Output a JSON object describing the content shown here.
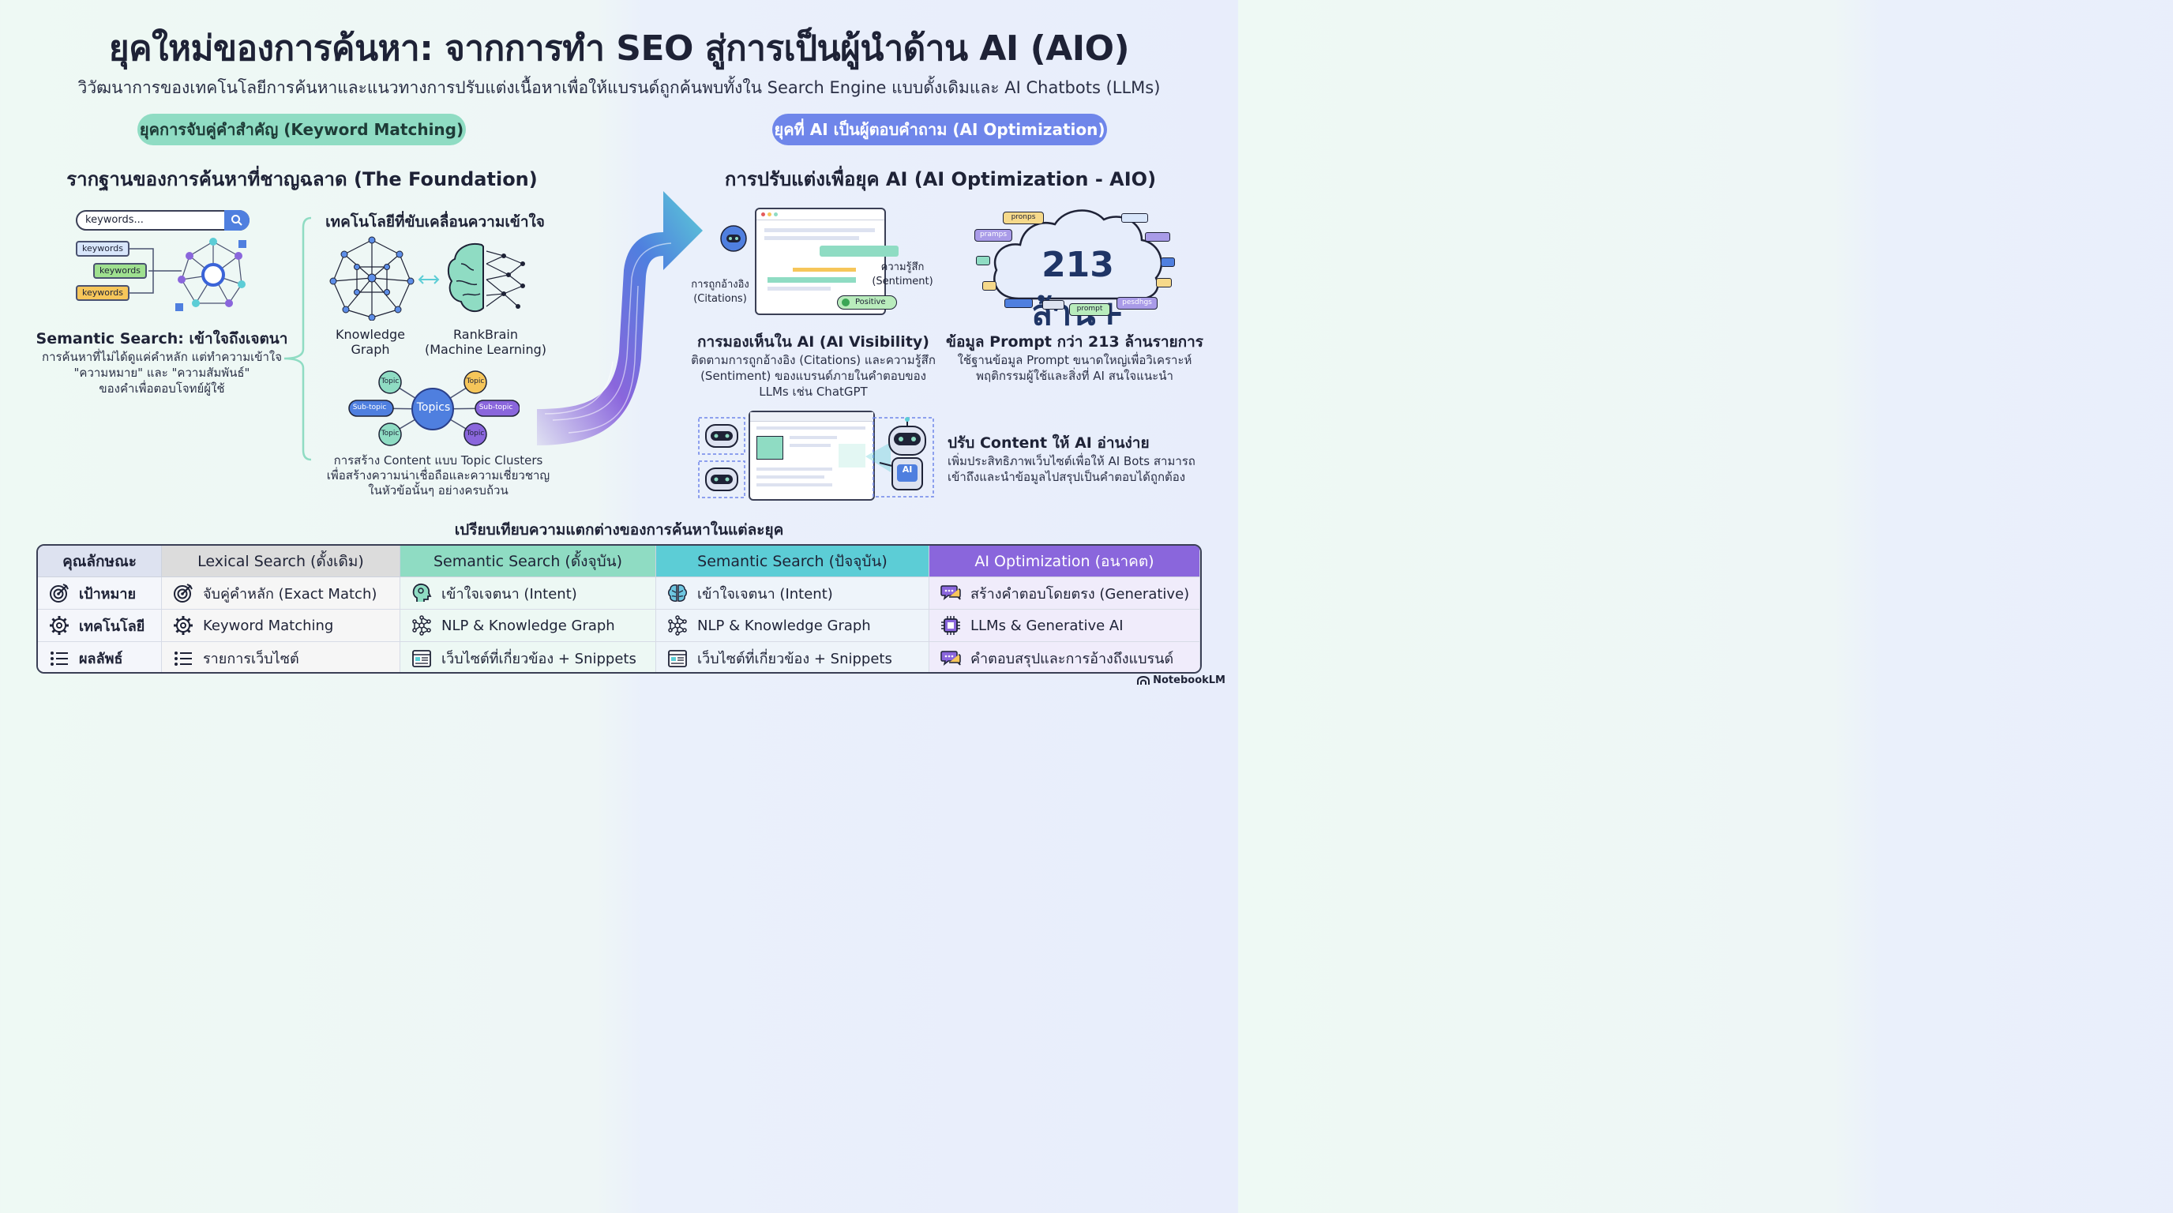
{
  "title": "ยุคใหม่ของการค้นหา: จากการทำ SEO สู่การเป็นผู้นำด้าน AI (AIO)",
  "subtitle": "วิวัฒนาการของเทคโนโลยีการค้นหาและแนวทางการปรับแต่งเนื้อหาเพื่อให้แบรนด์ถูกค้นพบทั้งใน Search Engine แบบดั้งเดิมและ AI Chatbots (LLMs)",
  "eras": {
    "left_pill": "ยุคการจับคู่คำสำคัญ (Keyword Matching)",
    "right_pill": "ยุคที่ AI เป็นผู้ตอบคำถาม (AI Optimization)"
  },
  "left": {
    "heading": "รากฐานของการค้นหาที่ชาญฉลาด (The Foundation)",
    "search_placeholder": "keywords...",
    "keyword_chips": [
      "keywords",
      "keywords",
      "keywords"
    ],
    "semantic_title": "Semantic Search: เข้าใจถึงเจตนา",
    "semantic_text": [
      "การค้นหาที่ไม่ได้ดูแค่คำหลัก แต่ทำความเข้าใจ",
      "\"ความหมาย\" และ \"ความสัมพันธ์\"",
      "ของคำเพื่อตอบโจทย์ผู้ใช้"
    ],
    "tech_heading": "เทคโนโลยีที่ขับเคลื่อนความเข้าใจ",
    "knowledge_graph": [
      "Knowledge",
      "Graph"
    ],
    "rankbrain": [
      "RankBrain",
      "(Machine Learning)"
    ],
    "topics": {
      "center": "Topics",
      "tl": "Topic",
      "tr": "Topic",
      "ml": "Sub-topic",
      "mr": "Sub-topic",
      "bl": "Topic",
      "br": "Topic"
    },
    "cluster_text": [
      "การสร้าง Content แบบ Topic Clusters",
      "เพื่อสร้างความน่าเชื่อถือและความเชี่ยวชาญ",
      "ในหัวข้อนั้นๆ อย่างครบถ้วน"
    ]
  },
  "right": {
    "heading": "การปรับแต่งเพื่อยุค AI (AI Optimization - AIO)",
    "citations_label": [
      "การถูกอ้างอิง",
      "(Citations)"
    ],
    "sentiment_label": [
      "ความรู้สึก",
      "(Sentiment)"
    ],
    "positive_badge": "Positive",
    "visibility_title": "การมองเห็นใน AI (AI Visibility)",
    "visibility_text": [
      "ติดตามการถูกอ้างอิง (Citations) และความรู้สึก",
      "(Sentiment) ของแบรนด์ภายในคำตอบของ",
      "LLMs เช่น ChatGPT"
    ],
    "big_number": "213 ล้าน+",
    "bubbles": [
      "pronps",
      "pramps",
      "prompt",
      "pesdhgs"
    ],
    "prompt_title": "ข้อมูล Prompt กว่า 213 ล้านรายการ",
    "prompt_text": [
      "ใช้ฐานข้อมูล Prompt ขนาดใหญ่เพื่อวิเคราะห์",
      "พฤติกรรมผู้ใช้และสิ่งที่ AI สนใจแนะนำ"
    ],
    "robot_badge": "AI",
    "readable_title": "ปรับ Content ให้ AI อ่านง่าย",
    "readable_text": [
      "เพิ่มประสิทธิภาพเว็บไซต์เพื่อให้ AI Bots สามารถ",
      "เข้าถึงและนำข้อมูลไปสรุปเป็นคำตอบได้ถูกต้อง"
    ]
  },
  "comparison": {
    "heading": "เปรียบเทียบความแตกต่างของการค้นหาในแต่ละยุค",
    "headers": [
      "คุณลักษณะ",
      "Lexical Search (ดั้งเดิม)",
      "Semantic Search (ดั้งจุบัน)",
      "Semantic Search (ปัจจุบัน)",
      "AI Optimization (อนาคต)"
    ],
    "rows": [
      {
        "label": "เป้าหมาย",
        "label_icon": "target-icon",
        "cells": [
          {
            "text": "จับคู่คำหลัก (Exact Match)",
            "icon": "target-icon"
          },
          {
            "text": "เข้าใจเจตนา (Intent)",
            "icon": "head-icon"
          },
          {
            "text": "เข้าใจเจตนา (Intent)",
            "icon": "brain-icon"
          },
          {
            "text": "สร้างคำตอบโดยตรง (Generative)",
            "icon": "chat-icon"
          }
        ]
      },
      {
        "label": "เทคโนโลยี",
        "label_icon": "gear-icon",
        "cells": [
          {
            "text": "Keyword Matching",
            "icon": "gear-icon"
          },
          {
            "text": "NLP & Knowledge Graph",
            "icon": "network-icon"
          },
          {
            "text": "NLP & Knowledge Graph",
            "icon": "network-icon"
          },
          {
            "text": "LLMs & Generative AI",
            "icon": "chip-icon"
          }
        ]
      },
      {
        "label": "ผลลัพธ์",
        "label_icon": "list-icon",
        "cells": [
          {
            "text": "รายการเว็บไซต์",
            "icon": "list-icon"
          },
          {
            "text": "เว็บไซต์ที่เกี่ยวข้อง + Snippets",
            "icon": "webpage-icon"
          },
          {
            "text": "เว็บไซต์ที่เกี่ยวข้อง + Snippets",
            "icon": "webpage-icon"
          },
          {
            "text": "คำตอบสรุปและการอ้างถึงแบรนด์",
            "icon": "chat-icon"
          }
        ]
      }
    ]
  },
  "brand": "NotebookLM",
  "colors": {
    "teal": "#8fdcc3",
    "blue": "#6f86ea",
    "purple": "#8a66dc",
    "cyan": "#5ccdd6",
    "gold": "#f5c542"
  }
}
